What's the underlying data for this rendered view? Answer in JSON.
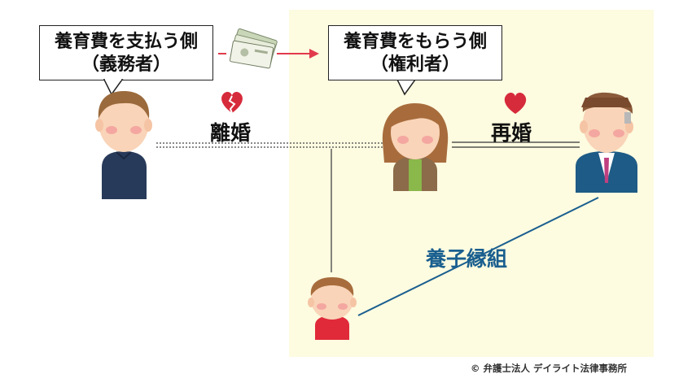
{
  "payer": {
    "line1": "養育費を支払う側",
    "line2": "（義務者）"
  },
  "recipient": {
    "line1": "養育費をもらう側",
    "line2": "（権利者）"
  },
  "labels": {
    "divorce": "離婚",
    "remarriage": "再婚",
    "adoption": "養子縁組"
  },
  "copyright": "© 弁護士法人 デイライト法律事務所",
  "icons": [
    "money-bills-icon",
    "broken-heart-icon",
    "heart-icon",
    "arrow-right-icon"
  ],
  "people": [
    "father-figure",
    "mother-figure",
    "stepfather-figure",
    "child-figure"
  ],
  "colors": {
    "panel": "#fdfbe0",
    "arrow": "#e23a4c",
    "heart": "#d62b3b",
    "adoption_line": "#1a5f8f",
    "adoption_text": "#1a5f8f"
  }
}
